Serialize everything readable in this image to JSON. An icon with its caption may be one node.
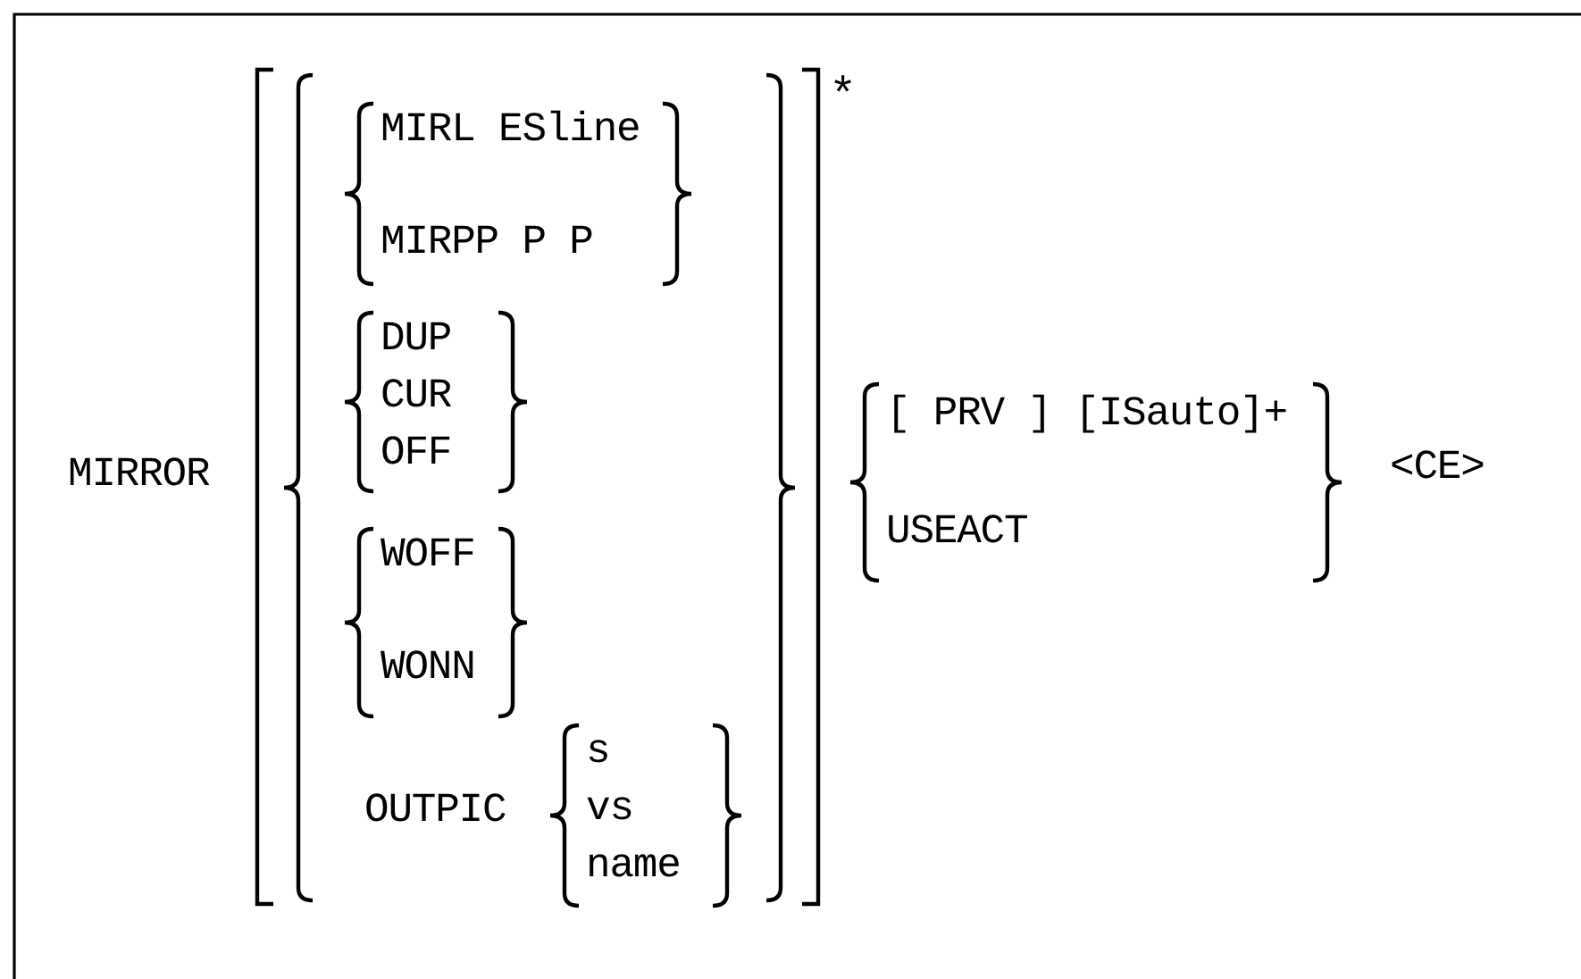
{
  "diagram": {
    "labels": [
      "MIRROR",
      "MIRL ESline",
      "MIRPP P P",
      "DUP",
      "CUR",
      "OFF",
      "WOFF",
      "WONN",
      "OUTPIC",
      "s",
      "vs",
      "name",
      "*",
      "[ PRV ] [ISauto]+",
      "USEACT",
      "<CE>"
    ]
  }
}
